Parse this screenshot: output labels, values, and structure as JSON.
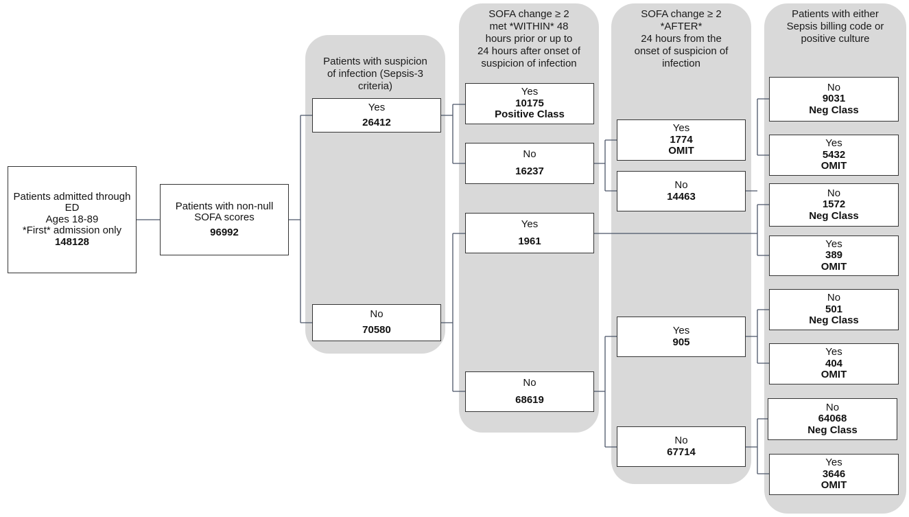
{
  "panels": {
    "suspicion": "Patients with suspicion\nof infection (Sepsis-3\ncriteria)",
    "within": "SOFA change ≥ 2\nmet *WITHIN* 48\nhours prior or up to\n24 hours after onset of\nsuspicion of infection",
    "after": "SOFA change ≥ 2\n*AFTER*\n24 hours from the\nonset of suspicion of\ninfection",
    "billing": "Patients with either\nSepsis billing code or\npositive culture"
  },
  "root": {
    "line1": "Patients admitted through",
    "line2": "ED",
    "line3": "Ages 18-89",
    "line4": "*First* admission only",
    "count": "148128"
  },
  "sofa": {
    "line1": "Patients with non-null",
    "line2": "SOFA scores",
    "count": "96992"
  },
  "susp_yes": {
    "label": "Yes",
    "count": "26412"
  },
  "susp_no": {
    "label": "No",
    "count": "70580"
  },
  "within_yes_a": {
    "label": "Yes",
    "count": "10175",
    "class": "Positive Class"
  },
  "within_no_a": {
    "label": "No",
    "count": "16237"
  },
  "within_yes_b": {
    "label": "Yes",
    "count": "1961"
  },
  "within_no_b": {
    "label": "No",
    "count": "68619"
  },
  "after_yes_a": {
    "label": "Yes",
    "count": "1774",
    "class": "OMIT"
  },
  "after_no_a": {
    "label": "No",
    "count": "14463"
  },
  "after_yes_b": {
    "label": "Yes",
    "count": "905"
  },
  "after_no_b": {
    "label": "No",
    "count": "67714"
  },
  "bill": [
    {
      "label": "No",
      "count": "9031",
      "class": "Neg Class"
    },
    {
      "label": "Yes",
      "count": "5432",
      "class": "OMIT"
    },
    {
      "label": "No",
      "count": "1572",
      "class": "Neg Class"
    },
    {
      "label": "Yes",
      "count": "389",
      "class": "OMIT"
    },
    {
      "label": "No",
      "count": "501",
      "class": "Neg Class"
    },
    {
      "label": "Yes",
      "count": "404",
      "class": "OMIT"
    },
    {
      "label": "No",
      "count": "64068",
      "class": "Neg Class"
    },
    {
      "label": "Yes",
      "count": "3646",
      "class": "OMIT"
    }
  ]
}
